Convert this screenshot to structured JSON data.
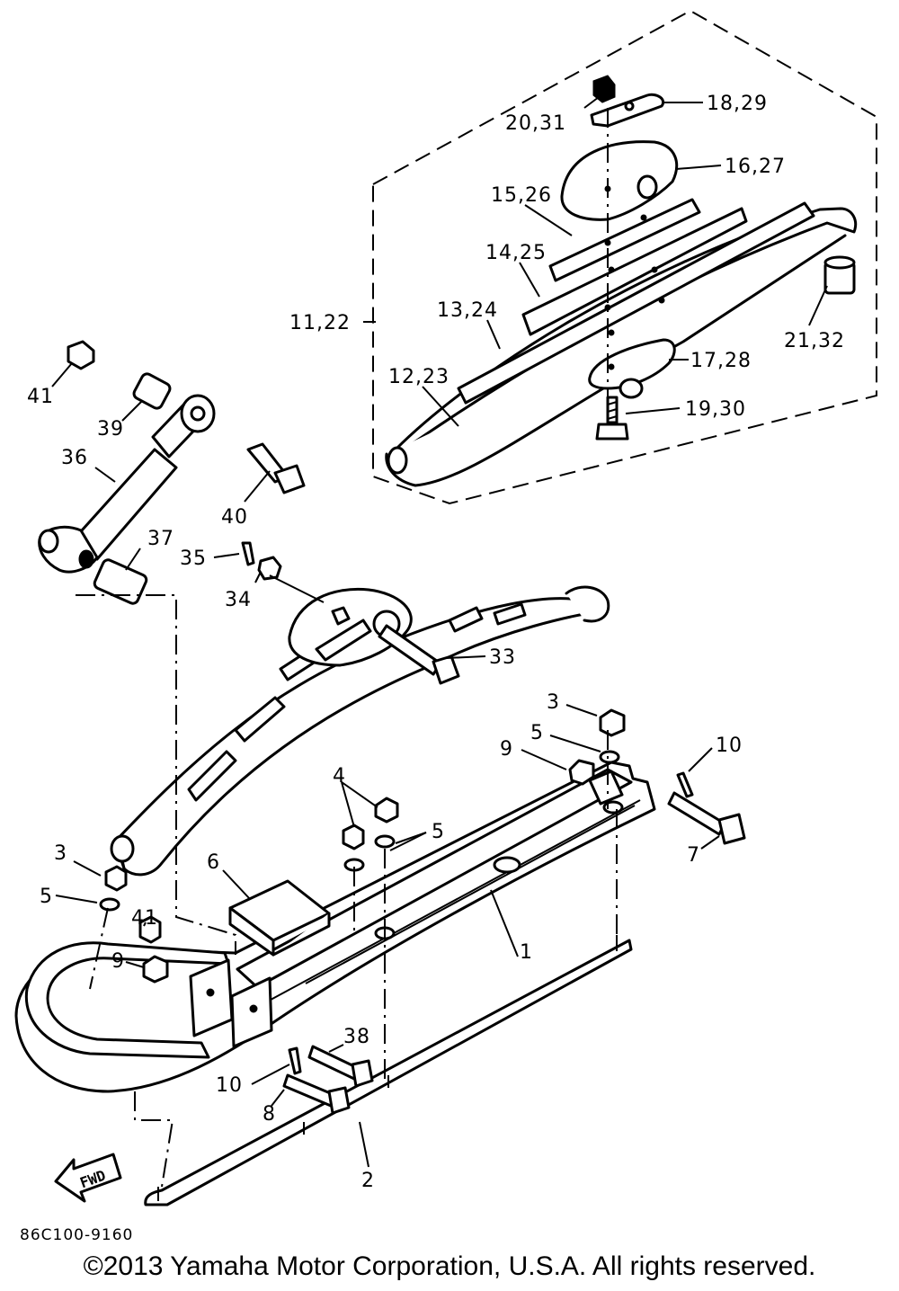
{
  "diagram": {
    "callouts": [
      "18,29",
      "20,31",
      "16,27",
      "15,26",
      "14,25",
      "11,22",
      "13,24",
      "21,32",
      "17,28",
      "12,23",
      "19,30",
      "41",
      "39",
      "36",
      "40",
      "37",
      "35",
      "34",
      "33",
      "3",
      "5",
      "9",
      "10",
      "4",
      "5",
      "7",
      "3",
      "6",
      "5",
      "1",
      "41",
      "9",
      "38",
      "10",
      "8",
      "2"
    ],
    "fwd_label": "FWD",
    "drawing_code": "86C100-9160"
  },
  "footer": {
    "copyright": "©2013 Yamaha Motor Corporation, U.S.A. All rights reserved."
  }
}
